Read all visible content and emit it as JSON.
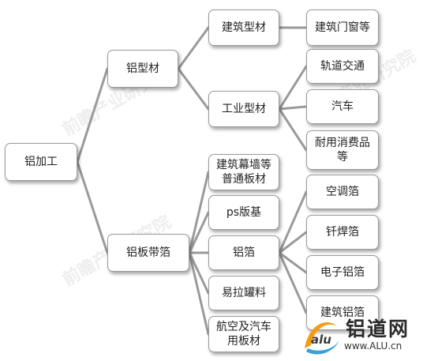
{
  "watermark": "前瞻产业研究院",
  "root": "铝加工",
  "level1": [
    "铝型材",
    "铝板带箔"
  ],
  "level2": [
    "建筑型材",
    "工业型材",
    "建筑幕墙等\n普通板材",
    "ps版基",
    "铝箔",
    "易拉罐料",
    "航空及汽车\n用板材"
  ],
  "level3": [
    "建筑门窗等",
    "轨道交通",
    "汽车",
    "耐用消费品\n等",
    "空调箔",
    "钎焊箔",
    "电子铝箔",
    "建筑铝箔"
  ],
  "logo": {
    "name": "铝道网",
    "url": "www.ALU.cn",
    "mark_text": "alu"
  },
  "colors": {
    "line": "#9a9a9a",
    "box_border": "#9a9a9a",
    "logo_orange": "#f39c12",
    "logo_blue": "#3aa0d8"
  }
}
